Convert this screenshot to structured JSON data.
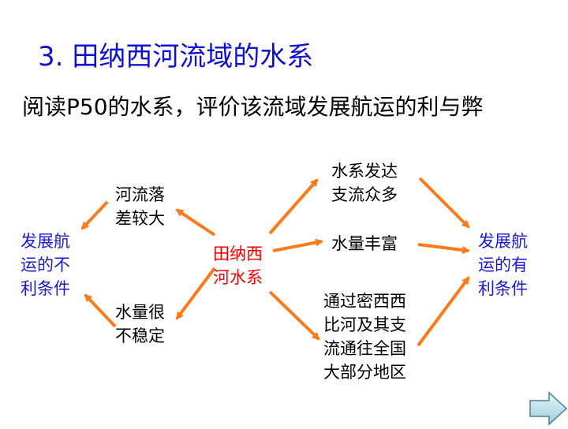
{
  "title": "3. 田纳西河流域的水系",
  "subtitle": "阅读P50的水系，评价该流域发展航运的利与弊",
  "center": [
    "田纳西",
    "河水系"
  ],
  "left_top": [
    "河流落",
    "差较大"
  ],
  "left_bottom": [
    "水量很",
    "不稳定"
  ],
  "left_outcome": [
    "发展航",
    "运的不",
    "利条件"
  ],
  "right_top": [
    "水系发达",
    "支流众多"
  ],
  "right_mid": [
    "水量丰富"
  ],
  "right_bottom": [
    "通过密西西",
    "比河及其支",
    "流通往全国",
    "大部分地区"
  ],
  "right_outcome": [
    "发展航",
    "运的有",
    "利条件"
  ],
  "colors": {
    "arrow": "#ff7a1a",
    "title": "#1010d0",
    "center": "#ee0000",
    "outcome": "#1a1acc"
  },
  "icons": {
    "nav": "next-arrow-icon"
  }
}
